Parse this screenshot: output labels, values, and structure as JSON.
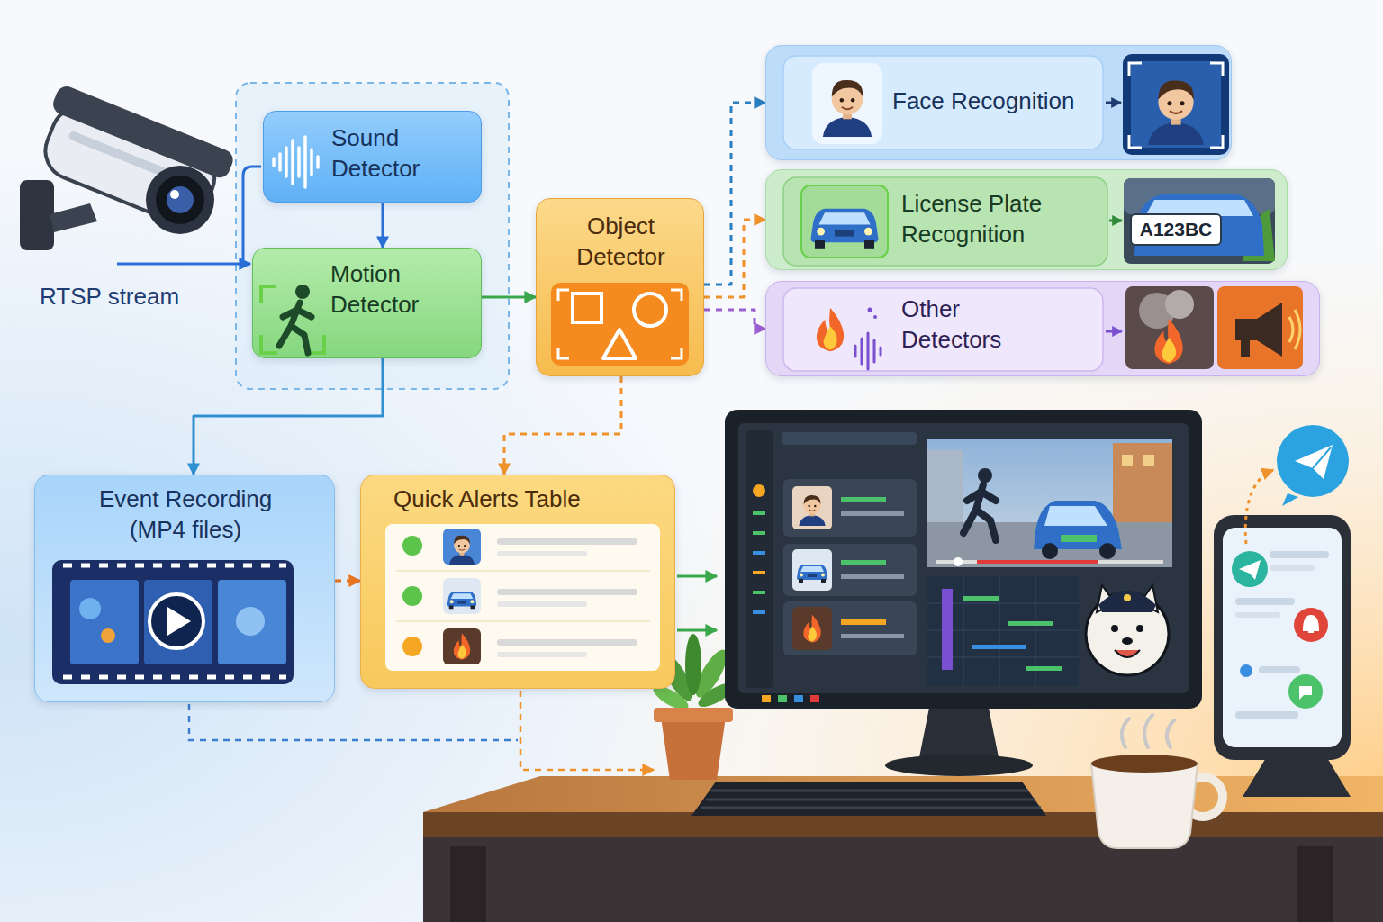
{
  "diagram": {
    "nodes": [
      {
        "text": [
          "Sound Detector"
        ]
      },
      {
        "text": [
          "Motion Detector"
        ]
      },
      {
        "text": [
          "Object Detector"
        ]
      },
      {
        "text": [
          "Face Recognition"
        ]
      },
      {
        "text": [
          "License Plate Recognition"
        ]
      },
      {
        "text": [
          "Other Detectors"
        ]
      },
      {
        "text": [
          "Event Recording (MP4 files)"
        ]
      },
      {
        "text": [
          "Quick Alerts Table"
        ]
      }
    ],
    "edges": [
      {
        "from": 0,
        "to": 1,
        "arrow": "to"
      },
      {
        "from": 1,
        "to": 2,
        "arrow": "to"
      },
      {
        "from": 1,
        "to": 6,
        "arrow": "to"
      },
      {
        "from": 2,
        "to": 3,
        "arrow": "to"
      },
      {
        "from": 2,
        "to": 4,
        "arrow": "to"
      },
      {
        "from": 2,
        "to": 5,
        "arrow": "to"
      },
      {
        "from": 2,
        "to": 7,
        "arrow": "to"
      },
      {
        "from": 6,
        "to": 7,
        "arrow": "to"
      }
    ],
    "labels": [
      "RTSP stream",
      "A123BC"
    ]
  }
}
